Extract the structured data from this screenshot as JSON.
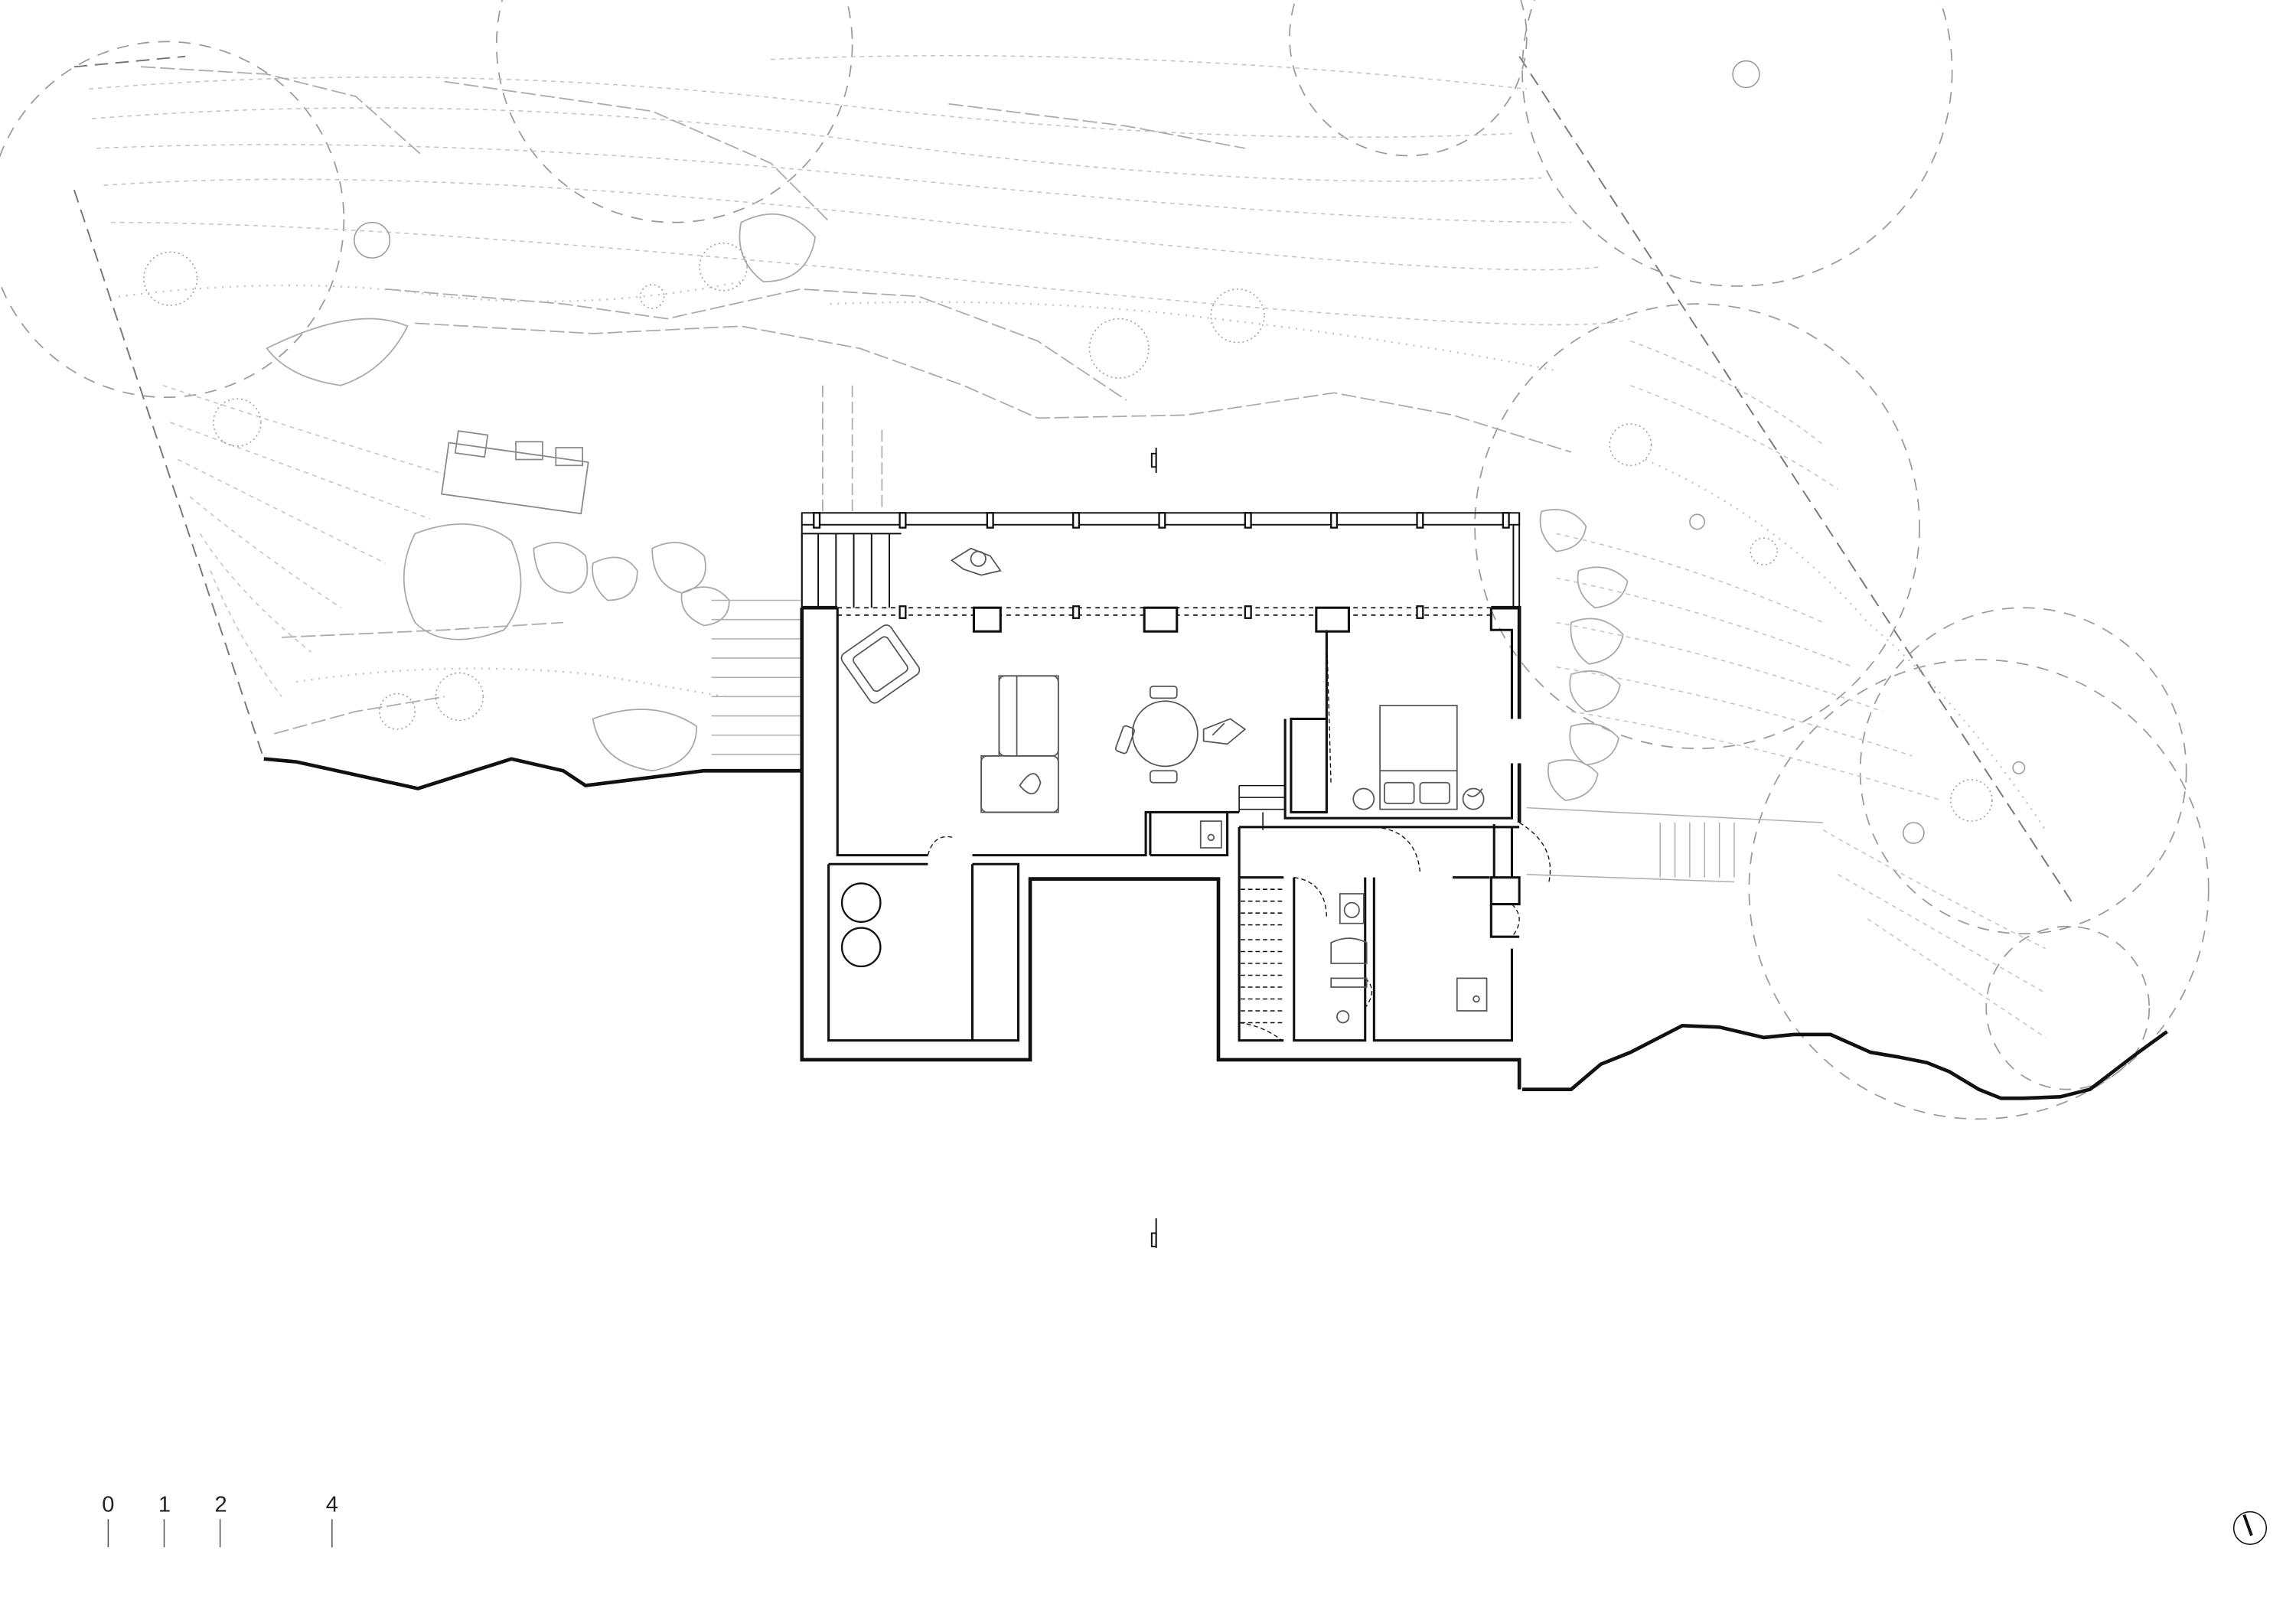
{
  "drawing": {
    "type": "architectural-floor-plan",
    "colors": {
      "wall": "#111111",
      "furniture": "#555555",
      "landscape": "#b8b8b8",
      "background": "#ffffff"
    }
  },
  "scale_bar": {
    "ticks": [
      {
        "label": "0",
        "value": 0
      },
      {
        "label": "1",
        "value": 1
      },
      {
        "label": "2",
        "value": 2
      },
      {
        "label": "4",
        "value": 4
      }
    ]
  },
  "north_arrow": {
    "icon": "north-arrow-icon"
  }
}
